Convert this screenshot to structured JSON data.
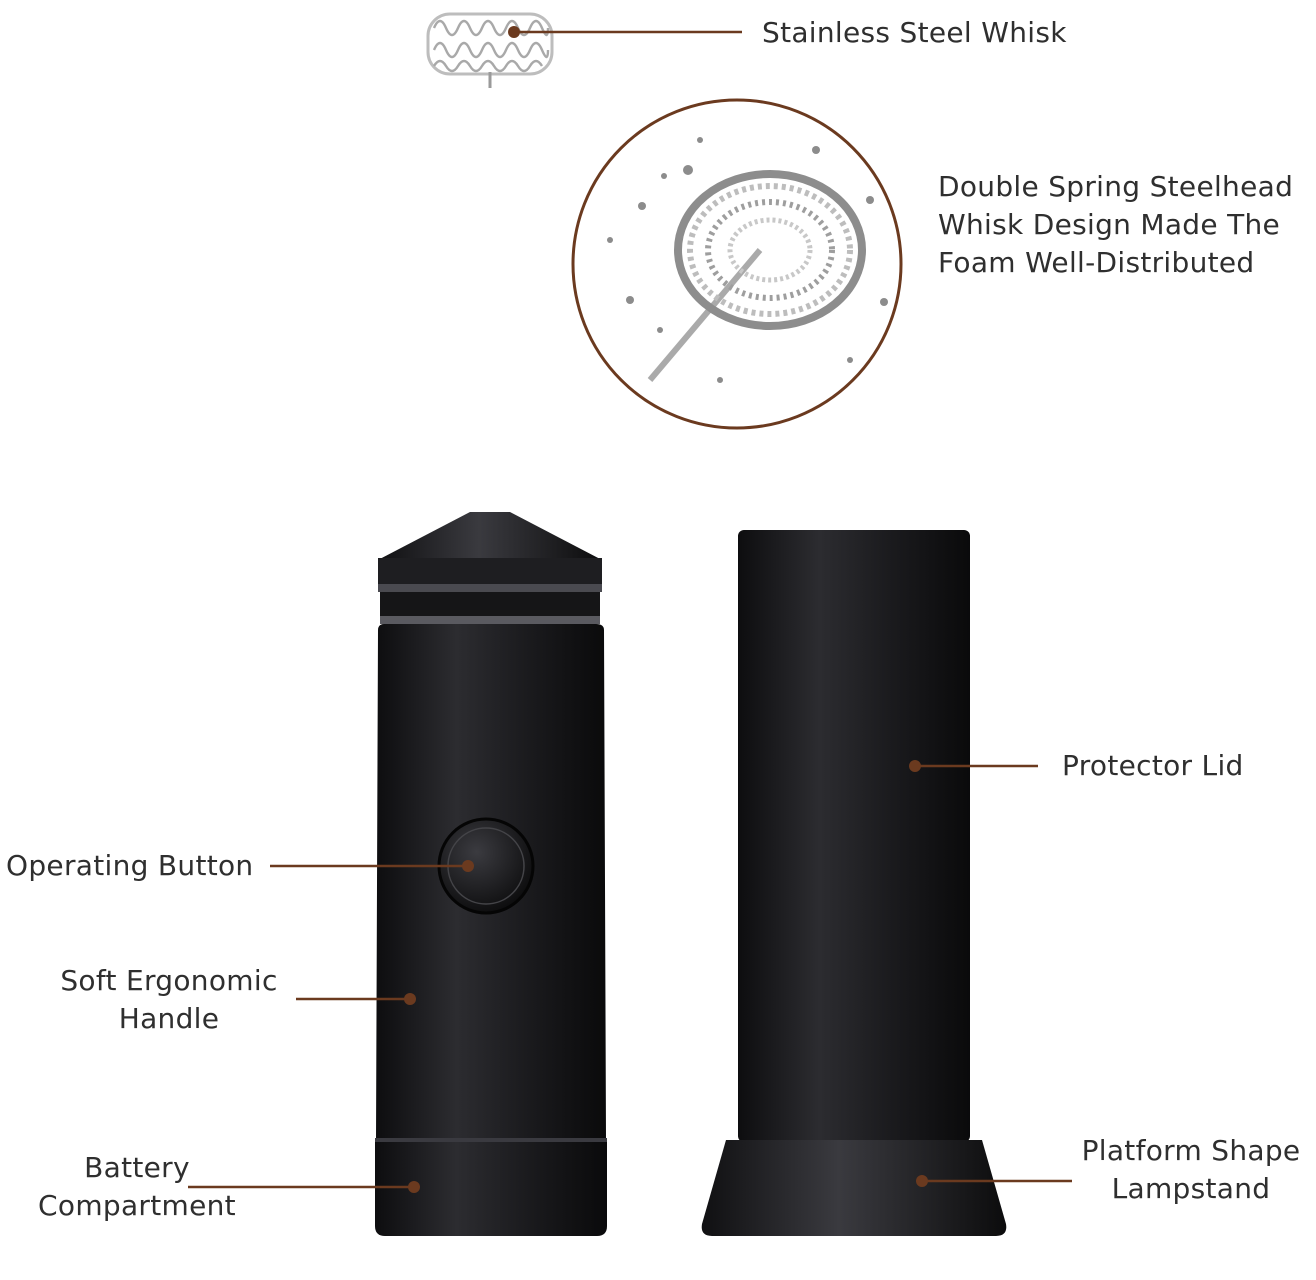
{
  "colors": {
    "accent": "#6b3a1f",
    "device": "#1c1c1e",
    "text": "#2f2f2f"
  },
  "callouts": {
    "whisk": {
      "text": "Stainless Steel Whisk"
    },
    "design": {
      "lines": [
        "Double Spring Steelhead",
        "Whisk Design Made The",
        "Foam Well-Distributed"
      ]
    },
    "lid": {
      "text": "Protector Lid"
    },
    "button": {
      "text": "Operating Button"
    },
    "handle": {
      "lines": [
        "Soft Ergonomic",
        "Handle"
      ]
    },
    "battery": {
      "lines": [
        "Battery",
        "Compartment"
      ]
    },
    "lampstand": {
      "lines": [
        "Platform Shape",
        "Lampstand"
      ]
    }
  }
}
